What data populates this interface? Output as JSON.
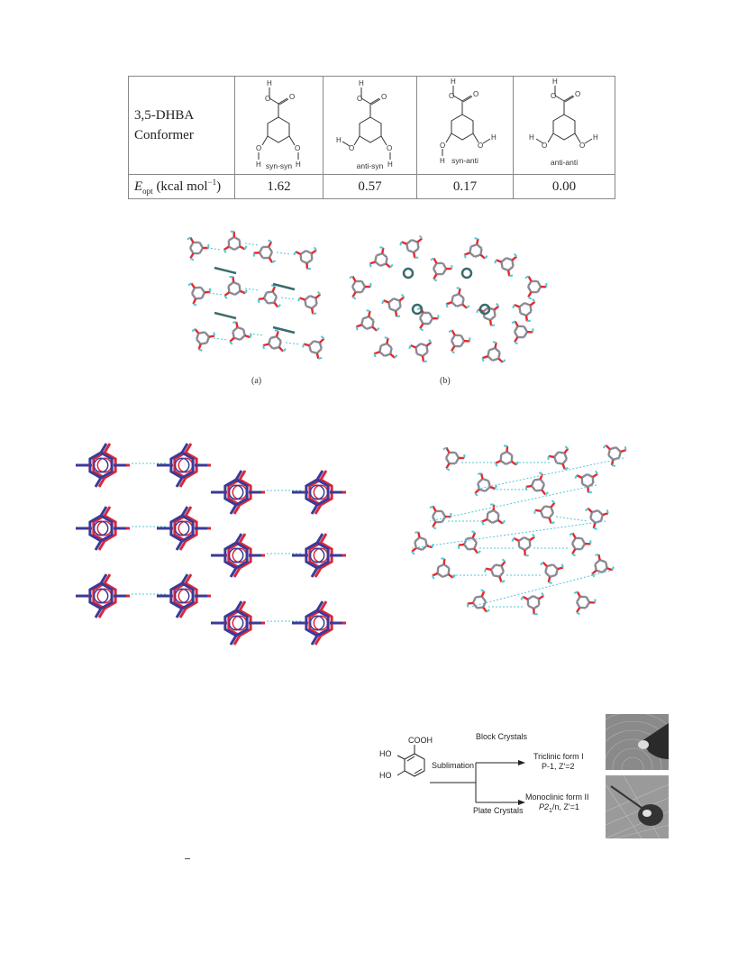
{
  "table": {
    "header_line1": "3,5-DHBA",
    "header_line2": "Conformer",
    "energy_label_main": "E",
    "energy_label_sub": "opt",
    "energy_label_unit": " (kcal mol",
    "energy_label_sup": "−1",
    "energy_label_close": ")",
    "conformers": [
      {
        "name": "syn-syn",
        "energy": "1.62"
      },
      {
        "name": "anti-syn",
        "energy": "0.57"
      },
      {
        "name": "syn-anti",
        "energy": "0.17"
      },
      {
        "name": "anti-anti",
        "energy": "0.00"
      }
    ]
  },
  "figure_packing": {
    "caption_a": "(a)",
    "caption_b": "(b)"
  },
  "scheme": {
    "reactant_group": "COOH",
    "reactant_oh1": "HO",
    "reactant_oh2": "HO",
    "sublimation": "Sublimation",
    "upper_branch": "Block Crystals",
    "lower_branch": "Plate Crystals",
    "form1_name": "Triclinic form I",
    "form1_detail": "P-1, Z'=2",
    "form2_name": "Monoclinic form II",
    "form2_space_a": "P2",
    "form2_space_sub": "1",
    "form2_space_b": "/n, Z'=1"
  },
  "colors": {
    "carbon": "#8a8a96",
    "oxygen": "#e8282a",
    "hydrogen": "#52c7d6",
    "overlay_red": "#d8283c",
    "overlay_blue": "#3a3a98"
  }
}
